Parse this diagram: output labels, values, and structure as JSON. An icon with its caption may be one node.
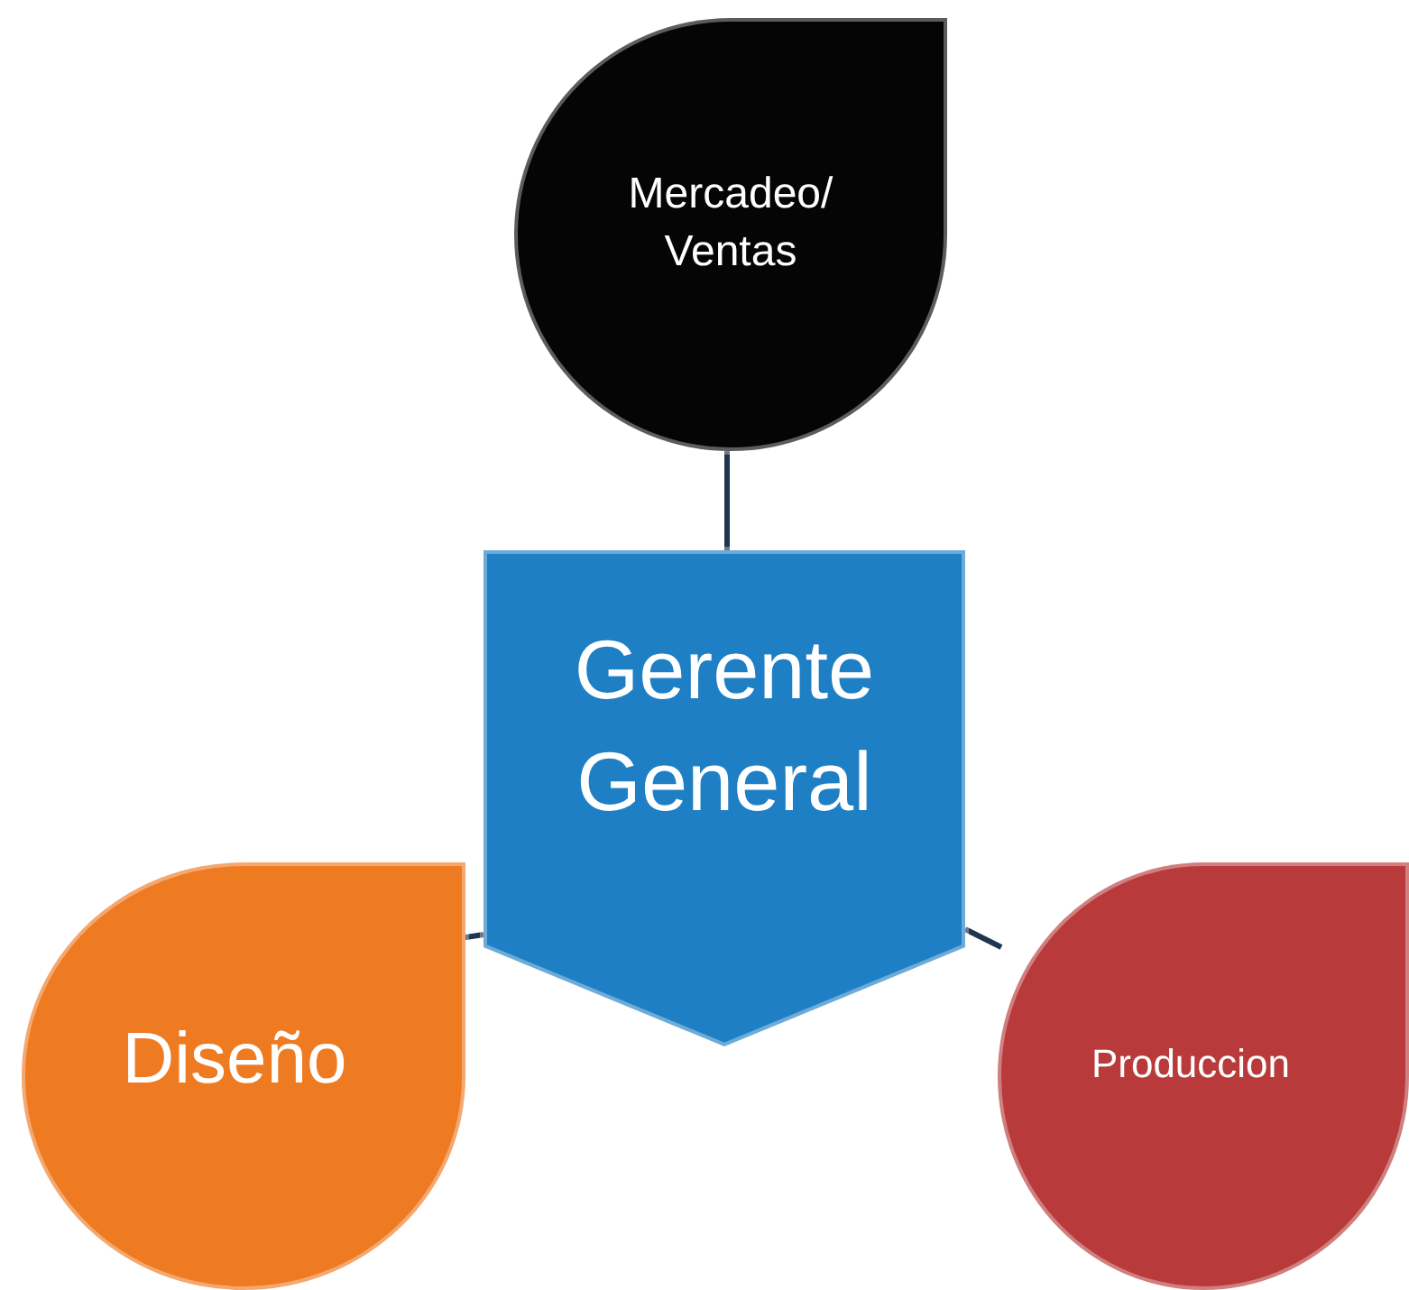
{
  "diagram": {
    "nodes": [
      {
        "text": [
          "Mercadeo/ Ventas"
        ]
      },
      {
        "text": [
          "Gerente General"
        ]
      },
      {
        "text": [
          "Diseño"
        ]
      },
      {
        "text": [
          "Produccion"
        ]
      }
    ],
    "edges": [
      {
        "from": 0,
        "to": 1,
        "arrow": "none"
      },
      {
        "from": 1,
        "to": 2,
        "arrow": "none"
      },
      {
        "from": 1,
        "to": 3,
        "arrow": "none"
      }
    ]
  }
}
